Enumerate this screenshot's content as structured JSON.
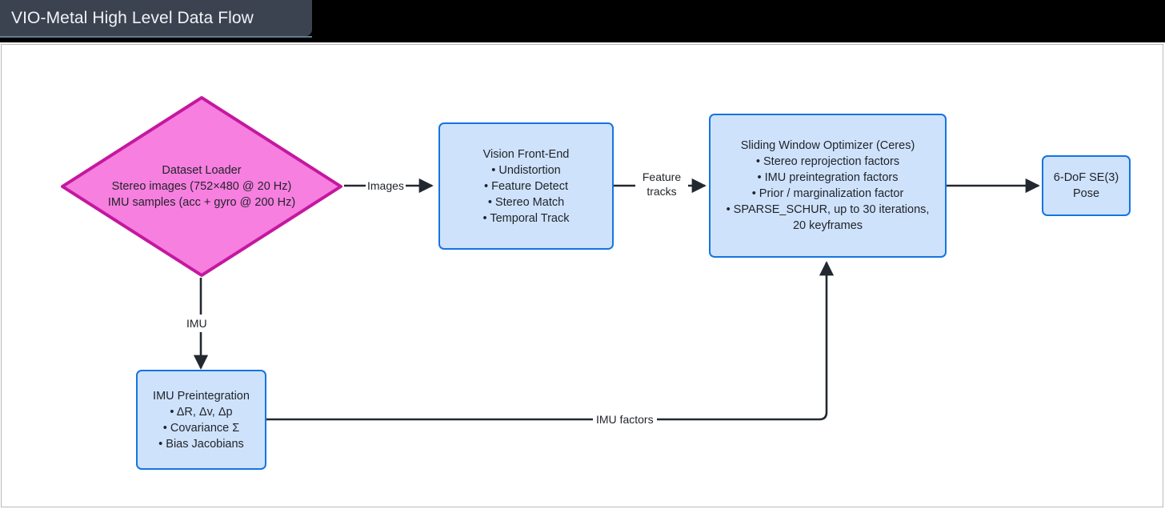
{
  "window": {
    "title": "VIO-Metal High Level Data Flow",
    "title_bg": "#3b4351",
    "title_fg": "#f1f3f6",
    "band_bg": "#000000",
    "canvas_bg": "#ffffff",
    "canvas_border": "#b9b9b9"
  },
  "theme": {
    "box_fill": "#cfe2fb",
    "box_stroke": "#1574e2",
    "diamond_fill": "#f77fdf",
    "diamond_stroke": "#c4189f",
    "edge_stroke": "#232830",
    "text": "#1f2329"
  },
  "diagram": {
    "type": "flowchart",
    "direction": "left-to-right",
    "nodes": [
      {
        "id": "dataset-loader",
        "shape": "diamond",
        "lines": [
          "Dataset Loader",
          "Stereo images (752×480 @ 20 Hz)",
          "IMU samples (acc + gyro @ 200 Hz)"
        ]
      },
      {
        "id": "vision-front-end",
        "shape": "rect",
        "header": "Vision Front-End",
        "bullets": [
          "• Undistortion",
          "• Feature Detect",
          "• Stereo Match",
          "• Temporal Track"
        ]
      },
      {
        "id": "sliding-window-optimizer",
        "shape": "rect",
        "header": "Sliding Window Optimizer (Ceres)",
        "bullets": [
          "• Stereo reprojection factors",
          "• IMU preintegration factors",
          "• Prior / marginalization factor",
          "• SPARSE_SCHUR, up to 30 iterations, 20 keyframes"
        ]
      },
      {
        "id": "pose-output",
        "shape": "rect",
        "header": "6-DoF SE(3)",
        "bullets": [
          "Pose"
        ]
      },
      {
        "id": "imu-preintegration",
        "shape": "rect",
        "header": "IMU Preintegration",
        "bullets": [
          "• ΔR, Δv, Δp",
          "• Covariance Σ",
          "• Bias Jacobians"
        ]
      }
    ],
    "edges": [
      {
        "id": "e-images",
        "from": "dataset-loader",
        "to": "vision-front-end",
        "label": "Images"
      },
      {
        "id": "e-feature",
        "from": "vision-front-end",
        "to": "sliding-window-optimizer",
        "label_line1": "Feature",
        "label_line2": "tracks"
      },
      {
        "id": "e-pose",
        "from": "sliding-window-optimizer",
        "to": "pose-output",
        "label": ""
      },
      {
        "id": "e-imu",
        "from": "dataset-loader",
        "to": "imu-preintegration",
        "label": "IMU"
      },
      {
        "id": "e-imu-factors",
        "from": "imu-preintegration",
        "to": "sliding-window-optimizer",
        "label": "IMU factors"
      }
    ]
  }
}
